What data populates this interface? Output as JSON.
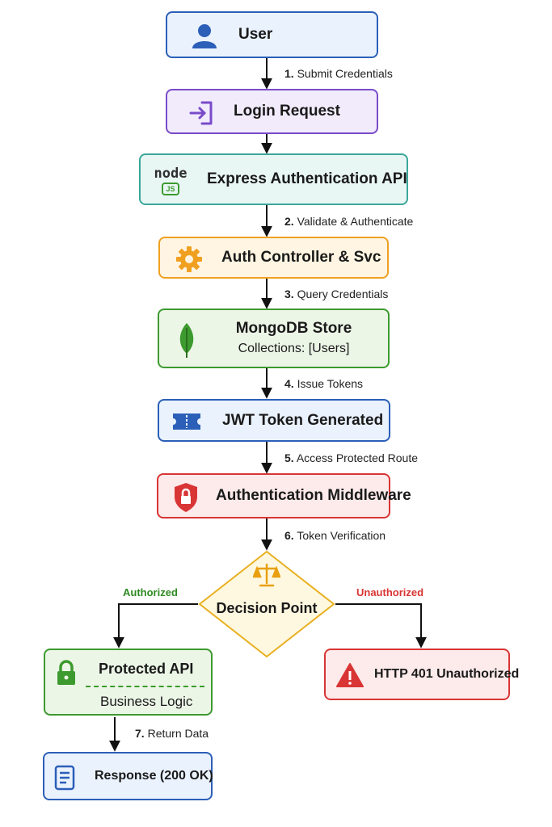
{
  "nodes": {
    "user": {
      "title": "User"
    },
    "login": {
      "title": "Login Request"
    },
    "express": {
      "title": "Express Authentication API",
      "logo_text": "node",
      "logo_badge": "JS"
    },
    "auth": {
      "title": "Auth Controller & Svc"
    },
    "mongo": {
      "title": "MongoDB Store",
      "subtitle": "Collections: [Users]"
    },
    "jwt": {
      "title": "JWT Token Generated"
    },
    "middleware": {
      "title": "Authentication Middleware"
    },
    "decision": {
      "title": "Decision Point"
    },
    "protected": {
      "title": "Protected API",
      "subtitle": "Business Logic"
    },
    "unauthorized": {
      "title": "HTTP 401 Unauthorized"
    },
    "response": {
      "title": "Response (200 OK)"
    }
  },
  "steps": [
    {
      "num": "1.",
      "text": "Submit Credentials"
    },
    {
      "num": "2.",
      "text": "Validate & Authenticate"
    },
    {
      "num": "3.",
      "text": "Query Credentials"
    },
    {
      "num": "4.",
      "text": "Issue Tokens"
    },
    {
      "num": "5.",
      "text": "Access Protected Route"
    },
    {
      "num": "6.",
      "text": "Token Verification"
    },
    {
      "num": "7.",
      "text": "Return Data"
    }
  ],
  "branches": {
    "authorized": "Authorized",
    "unauthorized": "Unauthorized"
  },
  "colors": {
    "user": "#2b5fb8",
    "login": "#7a4bc9",
    "express": "#3aa79a",
    "auth": "#f0a020",
    "mongo": "#3d9a2f",
    "jwt": "#2b5fb8",
    "middleware": "#d93535",
    "decision": "#e8b020",
    "protected": "#3d9a2f",
    "unauthorized": "#d93535",
    "response": "#2b5fb8"
  },
  "icons": {
    "user": "user-icon",
    "login": "login-icon",
    "express": "nodejs-icon",
    "auth": "gear-icon",
    "mongo": "leaf-icon",
    "jwt": "ticket-icon",
    "middleware": "shield-lock-icon",
    "decision": "scales-icon",
    "protected": "lock-icon",
    "unauthorized": "warning-icon",
    "response": "document-icon"
  }
}
